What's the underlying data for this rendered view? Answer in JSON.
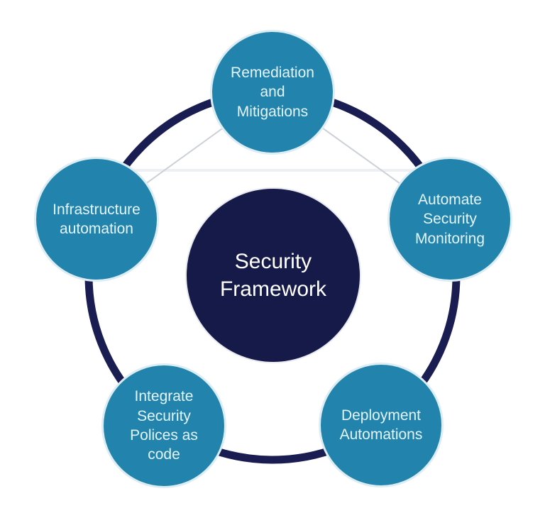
{
  "center_node": {
    "id": "security-framework",
    "label": "Security\nFramework"
  },
  "nodes": [
    {
      "id": "remediation-and-mitigations",
      "position": "top",
      "label": "Remediation\nand\nMitigations"
    },
    {
      "id": "infrastructure-automation",
      "position": "left",
      "label": "Infrastructure\nautomation"
    },
    {
      "id": "automate-security-monitoring",
      "position": "right",
      "label": "Automate\nSecurity\nMonitoring"
    },
    {
      "id": "integrate-security-polices-as-code",
      "position": "bottom-left",
      "label": "Integrate\nSecurity\nPolices as\ncode"
    },
    {
      "id": "deployment-automations",
      "position": "bottom-right",
      "label": "Deployment\nAutomations"
    }
  ],
  "colors": {
    "node_fill": "#2284AD",
    "node_border": "#DCEDF4",
    "node_text": "#E3F4FA",
    "center_fill": "#161A48",
    "center_text": "#FFFFFF",
    "ring": "#1A1D52",
    "connector_line": "#CCD1D8",
    "chord_line": "#EDF0F3"
  }
}
